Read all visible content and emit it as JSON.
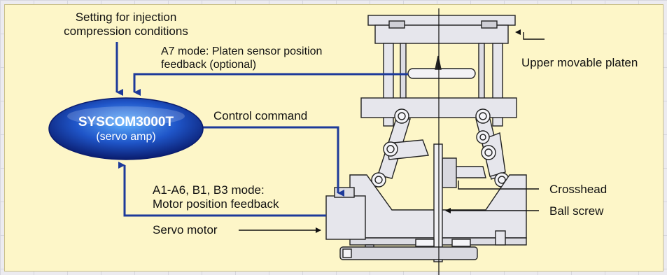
{
  "labels": {
    "setting_line1": "Setting for injection",
    "setting_line2": "compression conditions",
    "a7_line1": "A7 mode: Platen sensor position",
    "a7_line2": "feedback (optional)",
    "upper_platen": "Upper movable platen",
    "control_command": "Control command",
    "amp_title": "SYSCOM3000T",
    "amp_subtitle": "(servo amp)",
    "a1_line1": "A1-A6, B1, B3 mode:",
    "a1_line2": "Motor position feedback",
    "servo_motor": "Servo motor",
    "crosshead": "Crosshead",
    "ball_screw": "Ball screw"
  },
  "colors": {
    "panel_bg": "#fdf6c8",
    "arrow_blue": "#1d3a9a",
    "machine_fill": "#e6e6ec",
    "ellipse_dark": "#0a1c6e",
    "ellipse_light": "#5fb0ff"
  }
}
